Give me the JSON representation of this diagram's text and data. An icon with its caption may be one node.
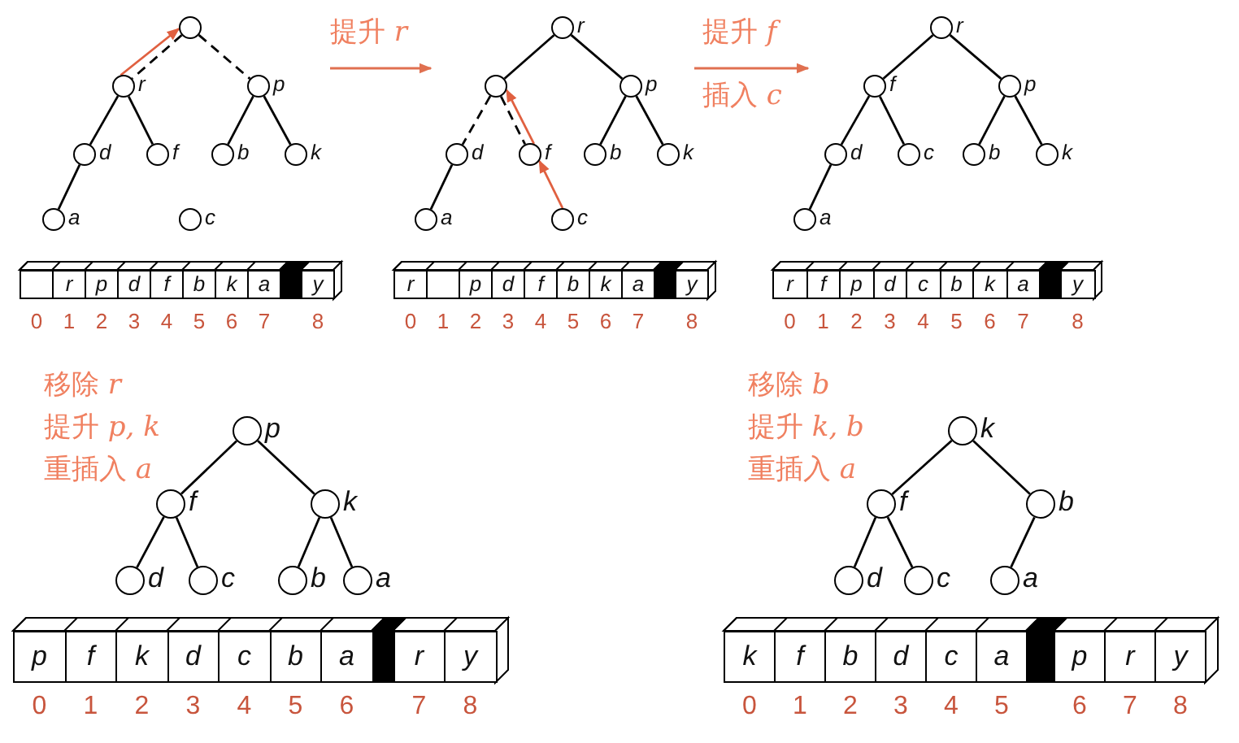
{
  "diagram": {
    "nodes": [
      {
        "text": [],
        "shape": "circle"
      },
      {
        "text": [],
        "shape": "circle",
        "beside": [
          "r"
        ]
      },
      {
        "text": [],
        "shape": "circle",
        "beside": [
          "p"
        ]
      },
      {
        "text": [],
        "shape": "circle",
        "beside": [
          "d"
        ]
      },
      {
        "text": [],
        "shape": "circle",
        "beside": [
          "f"
        ]
      },
      {
        "text": [],
        "shape": "circle",
        "beside": [
          "b"
        ]
      },
      {
        "text": [],
        "shape": "circle",
        "beside": [
          "k"
        ]
      },
      {
        "text": [],
        "shape": "circle",
        "beside": [
          "a"
        ]
      },
      {
        "text": [],
        "shape": "circle",
        "beside": [
          "c"
        ]
      },
      {
        "text": [],
        "shape": "box",
        "beside": [
          "0"
        ]
      },
      {
        "text": [
          "r"
        ],
        "beside": [
          "1"
        ]
      },
      {
        "text": [
          "p"
        ],
        "beside": [
          "2"
        ]
      },
      {
        "text": [
          "d"
        ],
        "beside": [
          "3"
        ]
      },
      {
        "text": [
          "f"
        ],
        "beside": [
          "4"
        ]
      },
      {
        "text": [
          "b"
        ],
        "beside": [
          "5"
        ]
      },
      {
        "text": [
          "k"
        ],
        "beside": [
          "6"
        ]
      },
      {
        "text": [
          "a"
        ],
        "beside": [
          "7"
        ]
      },
      {
        "text": [],
        "shape": "bar"
      },
      {
        "text": [
          "y"
        ],
        "beside": [
          "8"
        ]
      },
      {
        "text": [],
        "shape": "circle",
        "beside": [
          "r"
        ]
      },
      {
        "text": [],
        "shape": "circle"
      },
      {
        "text": [],
        "shape": "circle",
        "beside": [
          "p"
        ]
      },
      {
        "text": [],
        "shape": "circle",
        "beside": [
          "d"
        ]
      },
      {
        "text": [],
        "shape": "circle",
        "beside": [
          "f"
        ]
      },
      {
        "text": [],
        "shape": "circle",
        "beside": [
          "b"
        ]
      },
      {
        "text": [],
        "shape": "circle",
        "beside": [
          "k"
        ]
      },
      {
        "text": [],
        "shape": "circle",
        "beside": [
          "a"
        ]
      },
      {
        "text": [],
        "shape": "circle",
        "beside": [
          "c"
        ]
      },
      {
        "text": [
          "r"
        ],
        "beside": [
          "0"
        ]
      },
      {
        "text": [],
        "shape": "box",
        "beside": [
          "1"
        ]
      },
      {
        "text": [
          "p"
        ],
        "beside": [
          "2"
        ]
      },
      {
        "text": [
          "d"
        ],
        "beside": [
          "3"
        ]
      },
      {
        "text": [
          "f"
        ],
        "beside": [
          "4"
        ]
      },
      {
        "text": [
          "b"
        ],
        "beside": [
          "5"
        ]
      },
      {
        "text": [
          "k"
        ],
        "beside": [
          "6"
        ]
      },
      {
        "text": [
          "a"
        ],
        "beside": [
          "7"
        ]
      },
      {
        "text": [],
        "shape": "bar"
      },
      {
        "text": [
          "y"
        ],
        "beside": [
          "8"
        ]
      },
      {
        "text": [],
        "shape": "circle",
        "beside": [
          "r"
        ]
      },
      {
        "text": [],
        "shape": "circle",
        "beside": [
          "f"
        ]
      },
      {
        "text": [],
        "shape": "circle",
        "beside": [
          "p"
        ]
      },
      {
        "text": [],
        "shape": "circle",
        "beside": [
          "d"
        ]
      },
      {
        "text": [],
        "shape": "circle",
        "beside": [
          "c"
        ]
      },
      {
        "text": [],
        "shape": "circle",
        "beside": [
          "b"
        ]
      },
      {
        "text": [],
        "shape": "circle",
        "beside": [
          "k"
        ]
      },
      {
        "text": [],
        "shape": "circle",
        "beside": [
          "a"
        ]
      },
      {
        "text": [
          "r"
        ],
        "beside": [
          "0"
        ]
      },
      {
        "text": [
          "f"
        ],
        "beside": [
          "1"
        ]
      },
      {
        "text": [
          "p"
        ],
        "beside": [
          "2"
        ]
      },
      {
        "text": [
          "d"
        ],
        "beside": [
          "3"
        ]
      },
      {
        "text": [
          "c"
        ],
        "beside": [
          "4"
        ]
      },
      {
        "text": [
          "b"
        ],
        "beside": [
          "5"
        ]
      },
      {
        "text": [
          "k"
        ],
        "beside": [
          "6"
        ]
      },
      {
        "text": [
          "a"
        ],
        "beside": [
          "7"
        ]
      },
      {
        "text": [],
        "shape": "bar"
      },
      {
        "text": [
          "y"
        ],
        "beside": [
          "8"
        ]
      },
      {
        "text": [],
        "shape": "circle",
        "beside": [
          "p"
        ]
      },
      {
        "text": [],
        "shape": "circle",
        "beside": [
          "f"
        ]
      },
      {
        "text": [],
        "shape": "circle",
        "beside": [
          "k"
        ]
      },
      {
        "text": [],
        "shape": "circle",
        "beside": [
          "d"
        ]
      },
      {
        "text": [],
        "shape": "circle",
        "beside": [
          "c"
        ]
      },
      {
        "text": [],
        "shape": "circle",
        "beside": [
          "b"
        ]
      },
      {
        "text": [],
        "shape": "circle",
        "beside": [
          "a"
        ]
      },
      {
        "text": [
          "p"
        ],
        "beside": [
          "0"
        ]
      },
      {
        "text": [
          "f"
        ],
        "beside": [
          "1"
        ]
      },
      {
        "text": [
          "k"
        ],
        "beside": [
          "2"
        ]
      },
      {
        "text": [
          "d"
        ],
        "beside": [
          "3"
        ]
      },
      {
        "text": [
          "c"
        ],
        "beside": [
          "4"
        ]
      },
      {
        "text": [
          "b"
        ],
        "beside": [
          "5"
        ]
      },
      {
        "text": [
          "a"
        ],
        "beside": [
          "6"
        ]
      },
      {
        "text": [],
        "shape": "bar"
      },
      {
        "text": [
          "r"
        ],
        "beside": [
          "7"
        ]
      },
      {
        "text": [
          "y"
        ],
        "beside": [
          "8"
        ]
      },
      {
        "text": [],
        "shape": "circle",
        "beside": [
          "k"
        ]
      },
      {
        "text": [],
        "shape": "circle",
        "beside": [
          "f"
        ]
      },
      {
        "text": [],
        "shape": "circle",
        "beside": [
          "b"
        ]
      },
      {
        "text": [],
        "shape": "circle",
        "beside": [
          "d"
        ]
      },
      {
        "text": [],
        "shape": "circle",
        "beside": [
          "c"
        ]
      },
      {
        "text": [],
        "shape": "circle",
        "beside": [
          "a"
        ]
      },
      {
        "text": [
          "k"
        ],
        "beside": [
          "0"
        ]
      },
      {
        "text": [
          "f"
        ],
        "beside": [
          "1"
        ]
      },
      {
        "text": [
          "b"
        ],
        "beside": [
          "2"
        ]
      },
      {
        "text": [
          "d"
        ],
        "beside": [
          "3"
        ]
      },
      {
        "text": [
          "c"
        ],
        "beside": [
          "4"
        ]
      },
      {
        "text": [
          "a"
        ],
        "beside": [
          "5"
        ]
      },
      {
        "text": [],
        "shape": "bar"
      },
      {
        "text": [
          "p"
        ],
        "beside": [
          "6"
        ]
      },
      {
        "text": [
          "r"
        ],
        "beside": [
          "7"
        ]
      },
      {
        "text": [
          "y"
        ],
        "beside": [
          "8"
        ]
      }
    ],
    "edges": [
      {
        "from": 0,
        "to": 1,
        "arrow": "none",
        "style": "dashed"
      },
      {
        "from": 0,
        "to": 2,
        "arrow": "none",
        "style": "dashed"
      },
      {
        "from": 1,
        "to": 3,
        "arrow": "none"
      },
      {
        "from": 1,
        "to": 4,
        "arrow": "none"
      },
      {
        "from": 2,
        "to": 5,
        "arrow": "none"
      },
      {
        "from": 2,
        "to": 6,
        "arrow": "none"
      },
      {
        "from": 3,
        "to": 7,
        "arrow": "none"
      },
      {
        "from": 1,
        "to": 0,
        "arrow": "to",
        "color": "#e06040"
      },
      {
        "from": 19,
        "to": 20,
        "arrow": "none"
      },
      {
        "from": 19,
        "to": 21,
        "arrow": "none"
      },
      {
        "from": 20,
        "to": 22,
        "arrow": "none",
        "style": "dashed"
      },
      {
        "from": 20,
        "to": 23,
        "arrow": "none",
        "style": "dashed"
      },
      {
        "from": 21,
        "to": 24,
        "arrow": "none"
      },
      {
        "from": 21,
        "to": 25,
        "arrow": "none"
      },
      {
        "from": 22,
        "to": 26,
        "arrow": "none"
      },
      {
        "from": 23,
        "to": 20,
        "arrow": "to",
        "color": "#e06040"
      },
      {
        "from": 27,
        "to": 23,
        "arrow": "to",
        "color": "#e06040"
      },
      {
        "from": 38,
        "to": 39,
        "arrow": "none"
      },
      {
        "from": 38,
        "to": 40,
        "arrow": "none"
      },
      {
        "from": 39,
        "to": 41,
        "arrow": "none"
      },
      {
        "from": 39,
        "to": 42,
        "arrow": "none"
      },
      {
        "from": 40,
        "to": 43,
        "arrow": "none"
      },
      {
        "from": 40,
        "to": 44,
        "arrow": "none"
      },
      {
        "from": 41,
        "to": 45,
        "arrow": "none"
      },
      {
        "from": 56,
        "to": 57,
        "arrow": "none"
      },
      {
        "from": 56,
        "to": 58,
        "arrow": "none"
      },
      {
        "from": 57,
        "to": 59,
        "arrow": "none"
      },
      {
        "from": 57,
        "to": 60,
        "arrow": "none"
      },
      {
        "from": 58,
        "to": 61,
        "arrow": "none"
      },
      {
        "from": 58,
        "to": 62,
        "arrow": "none"
      },
      {
        "from": 73,
        "to": 74,
        "arrow": "none"
      },
      {
        "from": 73,
        "to": 75,
        "arrow": "none"
      },
      {
        "from": 74,
        "to": 76,
        "arrow": "none"
      },
      {
        "from": 74,
        "to": 77,
        "arrow": "none"
      },
      {
        "from": 75,
        "to": 78,
        "arrow": "none"
      }
    ],
    "labels": [
      "提升 *r*",
      "提升 *f*",
      "插入 *c*",
      "移除 *r*",
      "提升 *p, k*",
      "重插入 *a*",
      "移除 *b*",
      "提升 *k, b*",
      "重插入 *a*"
    ]
  }
}
